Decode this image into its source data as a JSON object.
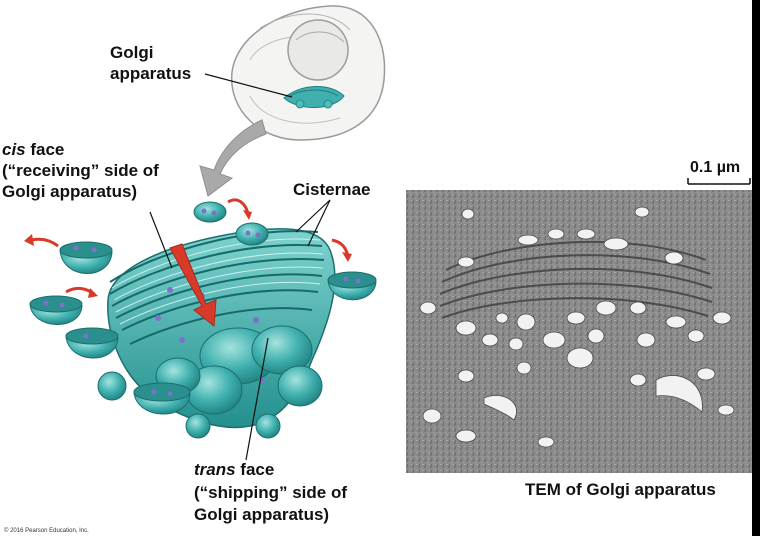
{
  "labels": {
    "golgi_line1": "Golgi",
    "golgi_line2": "apparatus",
    "cis_italic": "cis",
    "cis_rest": " face",
    "cis_line2": "(“receiving” side of",
    "cis_line3": "Golgi apparatus)",
    "cisternae": "Cisternae",
    "trans_italic": "trans",
    "trans_rest": " face",
    "trans_line2": "(“shipping” side of",
    "trans_line3": "Golgi apparatus)",
    "scale_bar": "0.1 µm",
    "tem_caption": "TEM of Golgi apparatus",
    "copyright": "© 2016 Pearson Education, Inc."
  },
  "colors": {
    "golgi_teal": "#3fb0ae",
    "golgi_dark": "#1f7f7e",
    "vesicle_cargo": "#7b73c9",
    "arrow_red": "#d83a2a",
    "arrow_gray": "#a9a9a9",
    "tem_background": "#8a8a8a",
    "tem_lumen": "#f2f2f2"
  }
}
